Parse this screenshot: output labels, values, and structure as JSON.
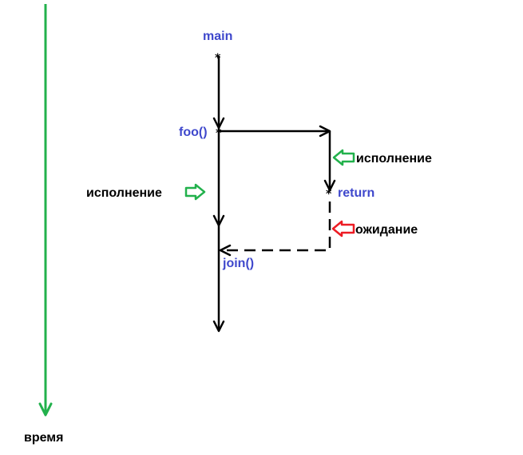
{
  "labels": {
    "main": "main",
    "foo": "foo()",
    "return": "return",
    "join": "join()",
    "exec_left": "исполнение",
    "exec_right": "исполнение",
    "waiting": "ожидание",
    "time": "время"
  },
  "markers": {
    "main_star": "*",
    "foo_star": "*",
    "return_star": "*"
  },
  "colors": {
    "time_axis": "#22b14c",
    "exec_arrow": "#22b14c",
    "wait_arrow": "#ed1c24",
    "thread_label": "#3f48cc",
    "line": "#000000"
  },
  "icons": {
    "exec_left_arrow": "hollow-right-arrow",
    "exec_right_arrow": "hollow-left-arrow",
    "wait_arrow": "hollow-left-arrow"
  }
}
